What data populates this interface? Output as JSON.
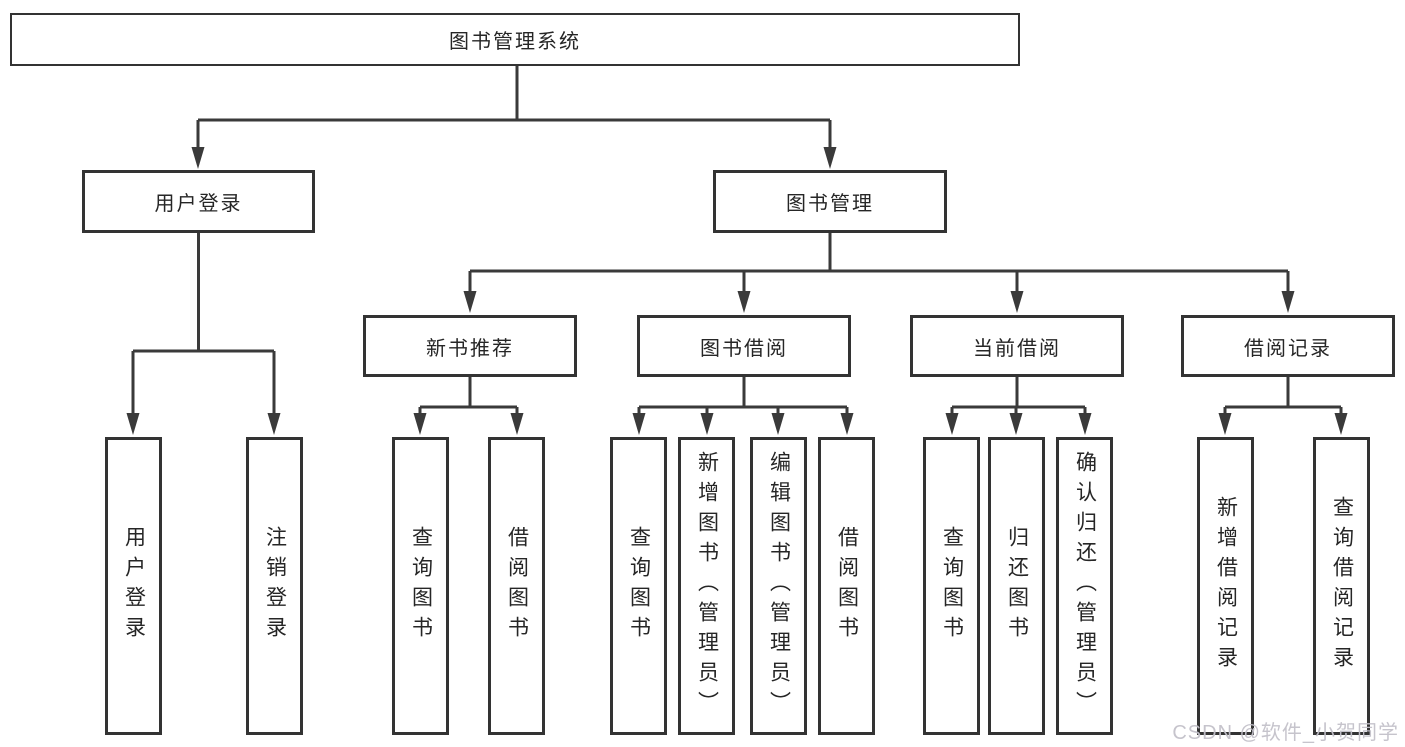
{
  "diagram": {
    "title": "图书管理系统",
    "branches": [
      {
        "label": "用户登录",
        "children": [
          "用户登录",
          "注销登录"
        ]
      },
      {
        "label": "图书管理",
        "groups": [
          {
            "label": "新书推荐",
            "children": [
              "查询图书",
              "借阅图书"
            ]
          },
          {
            "label": "图书借阅",
            "children": [
              "查询图书",
              "新增图书（管理员）",
              "编辑图书（管理员）",
              "借阅图书"
            ]
          },
          {
            "label": "当前借阅",
            "children": [
              "查询图书",
              "归还图书",
              "确认归还（管理员）"
            ]
          },
          {
            "label": "借阅记录",
            "children": [
              "新增借阅记录",
              "查询借阅记录"
            ]
          }
        ]
      }
    ]
  },
  "watermark": {
    "text": "CSDN @软件_小贺同学"
  },
  "colors": {
    "line": "#3a3a3a",
    "box_border": "#333333",
    "text": "#262626",
    "watermark": "#c3c1ca"
  }
}
